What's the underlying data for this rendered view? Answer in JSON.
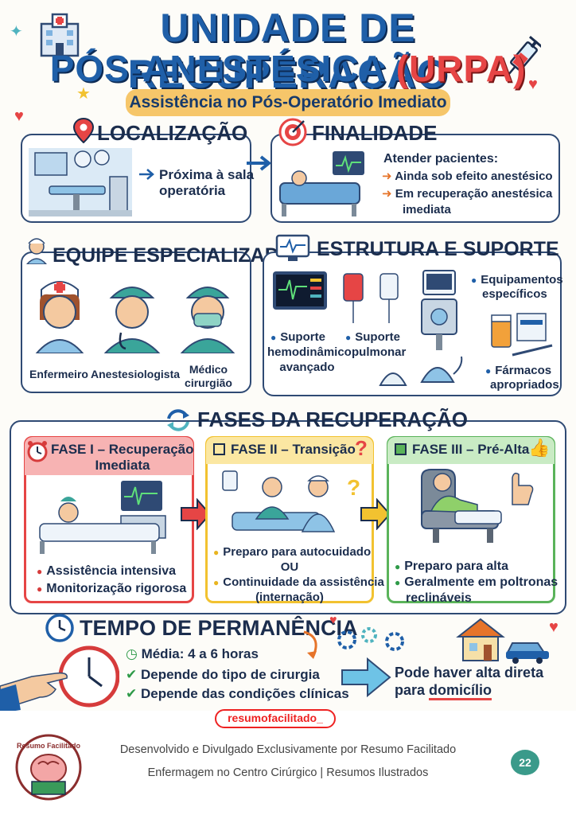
{
  "header": {
    "title_line1": "UNIDADE DE RECUPERAÇÃO",
    "title_line2_a": "PÓS-ANESTÉSICA ",
    "title_line2_b": "(URPA)",
    "subtitle": "Assistência no Pós-Operatório Imediato"
  },
  "localizacao": {
    "heading": "LOCALIZAÇÃO",
    "text_line1": "Próxima à sala",
    "text_line2": "operatória"
  },
  "finalidade": {
    "heading": "FINALIDADE",
    "intro": "Atender pacientes:",
    "item1": "Ainda sob efeito anestésico",
    "item2_line1": "Em recuperação anestésica",
    "item2_line2": "imediata"
  },
  "equipe": {
    "heading": "EQUIPE ESPECIALIZADA",
    "member1": "Enfermeiro",
    "member2": "Anestesiologista",
    "member3_line1": "Médico",
    "member3_line2": "cirurgião"
  },
  "estrutura": {
    "heading": "ESTRUTURA E SUPORTE",
    "item1_line1": "Suporte",
    "item1_line2": "hemodinâmico",
    "item1_line3": "avançado",
    "item2_line1": "Suporte",
    "item2_line2": "pulmonar",
    "item3_line1": "Equipamentos",
    "item3_line2": "específicos",
    "item4_line1": "Fármacos",
    "item4_line2": "apropriados"
  },
  "fases": {
    "heading": "FASES DA RECUPERAÇÃO",
    "fase1": {
      "title_line1": "FASE I – Recuperação",
      "title_line2": "Imediata",
      "item1": "Assistência intensiva",
      "item2": "Monitorização rigorosa",
      "color": "#e64545"
    },
    "fase2": {
      "title": "FASE II – Transição",
      "item1": "Preparo para autocuidado",
      "or": "OU",
      "item2_line1": "Continuidade da assistência",
      "item2_line2": "(internação)",
      "color": "#f2c230"
    },
    "fase3": {
      "title": "FASE III – Pré-Alta",
      "item1": "Preparo para alta",
      "item2_line1": "Geralmente em poltronas",
      "item2_line2": "reclináveis",
      "color": "#5ab35a"
    }
  },
  "tempo": {
    "heading": "TEMPO DE PERMANÊNCIA",
    "item1": "Média: 4 a 6 horas",
    "item2": "Depende do tipo de cirurgia",
    "item3": "Depende das condições clínicas",
    "alta_line1": "Pode haver alta direta",
    "alta_line2_a": "para ",
    "alta_line2_b": "domicílio"
  },
  "footer": {
    "badge": "resumofacilitado_",
    "line1": "Desenvolvido e Divulgado Exclusivamente por Resumo Facilitado",
    "line2": "Enfermagem no Centro Cirúrgico | Resumos Ilustrados",
    "logo_text": "Resumo Facilitado",
    "page_number": "22"
  }
}
